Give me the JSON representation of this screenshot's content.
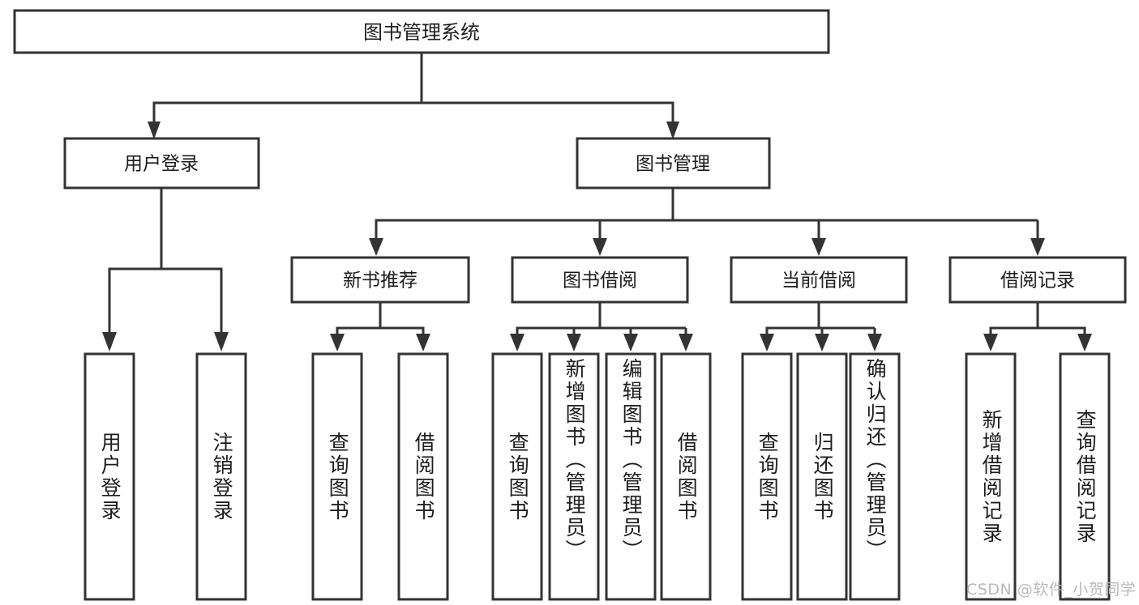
{
  "diagram": {
    "type": "tree-hierarchy",
    "title": "图书管理系统",
    "root": {
      "id": "root",
      "label": "图书管理系统"
    },
    "level2": [
      {
        "id": "user-login",
        "label": "用户登录"
      },
      {
        "id": "book-manage",
        "label": "图书管理"
      }
    ],
    "level3": [
      {
        "id": "new-book-recommend",
        "label": "新书推荐",
        "parent": "book-manage"
      },
      {
        "id": "book-borrow",
        "label": "图书借阅",
        "parent": "book-manage"
      },
      {
        "id": "current-borrow",
        "label": "当前借阅",
        "parent": "book-manage"
      },
      {
        "id": "borrow-record",
        "label": "借阅记录",
        "parent": "book-manage"
      }
    ],
    "leaves": [
      {
        "id": "leaf-user-login",
        "label": "用户登录",
        "parent": "user-login"
      },
      {
        "id": "leaf-user-logout",
        "label": "注销登录",
        "parent": "user-login"
      },
      {
        "id": "leaf-query-book-1",
        "label": "查询图书",
        "parent": "new-book-recommend"
      },
      {
        "id": "leaf-borrow-book-1",
        "label": "借阅图书",
        "parent": "new-book-recommend"
      },
      {
        "id": "leaf-query-book-2",
        "label": "查询图书",
        "parent": "book-borrow"
      },
      {
        "id": "leaf-add-book",
        "label": "新增图书（管理员）",
        "parent": "book-borrow"
      },
      {
        "id": "leaf-edit-book",
        "label": "编辑图书（管理员）",
        "parent": "book-borrow"
      },
      {
        "id": "leaf-borrow-book-2",
        "label": "借阅图书",
        "parent": "book-borrow"
      },
      {
        "id": "leaf-query-book-3",
        "label": "查询图书",
        "parent": "current-borrow"
      },
      {
        "id": "leaf-return-book",
        "label": "归还图书",
        "parent": "current-borrow"
      },
      {
        "id": "leaf-confirm-return",
        "label": "确认归还（管理员）",
        "parent": "current-borrow"
      },
      {
        "id": "leaf-add-record",
        "label": "新增借阅记录",
        "parent": "borrow-record"
      },
      {
        "id": "leaf-query-record",
        "label": "查询借阅记录",
        "parent": "borrow-record"
      }
    ],
    "colors": {
      "stroke": "#333333",
      "fill": "#ffffff",
      "text": "#1c1c1c",
      "watermark": "#b9b9b9"
    }
  },
  "watermark": {
    "text": "CSDN @软件_小贺同学"
  }
}
